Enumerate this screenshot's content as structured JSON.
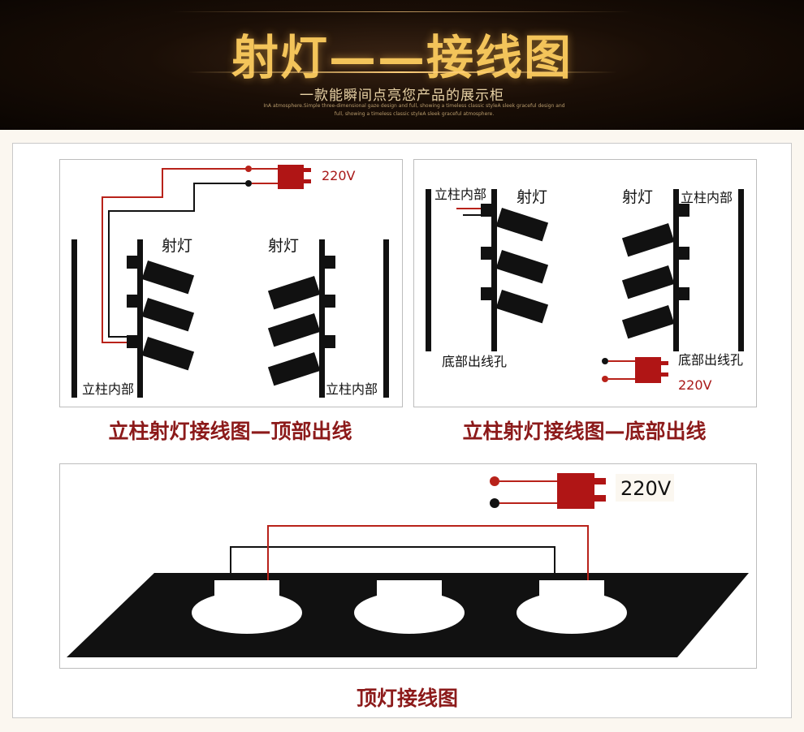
{
  "banner": {
    "title": "射灯——接线图",
    "subtitle": "一款能瞬间点亮您产品的展示柜",
    "tagline": "InA atmosphere.Simple three-dimensional gaze design and full, showing a timeless classic styleA sleek graceful design and full, showing a timeless classic styleA sleek graceful atmosphere."
  },
  "diagram_top": {
    "voltage": "220V",
    "spot_label_left": "射灯",
    "spot_label_right": "射灯",
    "pillar_label_left": "立柱内部",
    "pillar_label_right": "立柱内部",
    "caption": "立柱射灯接线图—顶部出线"
  },
  "diagram_bottom": {
    "voltage": "220V",
    "spot_label_left": "射灯",
    "spot_label_right": "射灯",
    "pillar_label_left": "立柱内部",
    "pillar_label_right": "立柱内部",
    "outlet_label_left": "底部出线孔",
    "outlet_label_right": "底部出线孔",
    "caption": "立柱射灯接线图—底部出线"
  },
  "diagram_ceiling": {
    "voltage": "220V",
    "caption": "顶灯接线图"
  },
  "colors": {
    "wire_red": "#b8221a",
    "wire_black": "#111111",
    "caption_red": "#8c1a1a",
    "title_gold": "#f3c45a"
  }
}
